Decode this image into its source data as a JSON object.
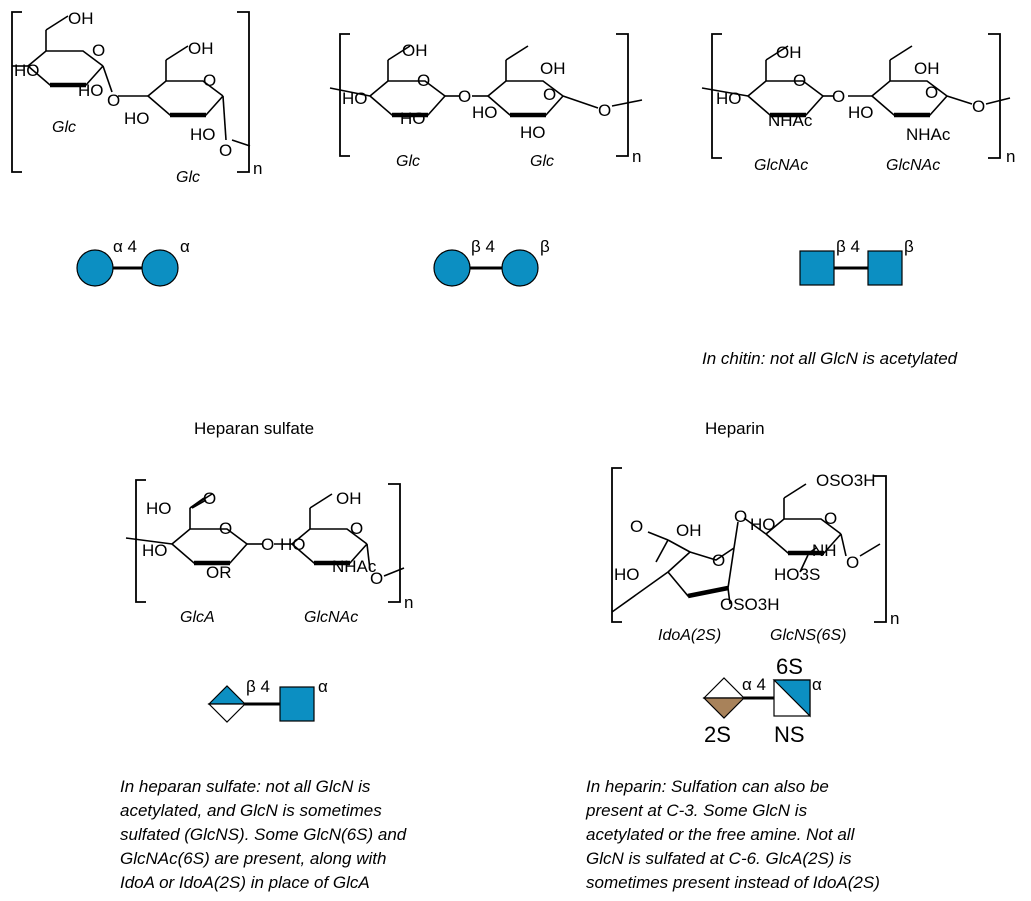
{
  "colors": {
    "blue": "#0c8fc2",
    "brown": "#a8825a",
    "white": "#ffffff",
    "black": "#000000"
  },
  "atoms": {
    "oh": "OH",
    "ho": "HO",
    "o": "O",
    "nhac": "NHAc",
    "or": "OR",
    "nh": "NH",
    "ho3s": "HO3S",
    "s": "S",
    "oso3h": "OSO3H",
    "n": "n",
    "ho_o": "HO"
  },
  "panels": {
    "amylose": {
      "names": [
        "Glc",
        "Glc"
      ],
      "linkage": "α 4",
      "anomer": "α"
    },
    "cellulose": {
      "names": [
        "Glc",
        "Glc"
      ],
      "linkage": "β 4",
      "anomer": "β"
    },
    "chitin": {
      "names": [
        "GlcNAc",
        "GlcNAc"
      ],
      "linkage": "β 4",
      "anomer": "β",
      "note": "In chitin: not all GlcN is acetylated"
    },
    "heparan": {
      "title": "Heparan sulfate",
      "names": [
        "GlcA",
        "GlcNAc"
      ],
      "linkage": "β 4",
      "anomer": "α",
      "note_lines": [
        "In heparan sulfate: not all GlcN is",
        "acetylated, and GlcN is sometimes",
        "sulfated (GlcNS). Some GlcN(6S) and",
        "GlcNAc(6S) are present, along with",
        "IdoA or IdoA(2S) in place of GlcA"
      ]
    },
    "heparin": {
      "title": "Heparin",
      "names": [
        "IdoA(2S)",
        "GlcNS(6S)"
      ],
      "linkage": "α 4",
      "anomer": "α",
      "label_6s": "6S",
      "label_2s": "2S",
      "label_ns": "NS",
      "note_lines": [
        "In heparin: Sulfation can also be",
        "present at C-3. Some GlcN is",
        "acetylated or the free amine. Not all",
        "GlcN is sulfated at C-6. GlcA(2S) is",
        "sometimes present instead of IdoA(2S)"
      ]
    }
  }
}
